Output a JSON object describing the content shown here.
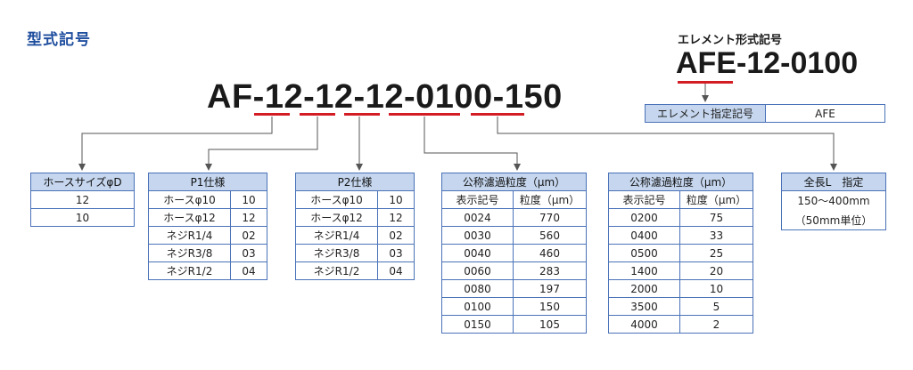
{
  "heading": "型式記号",
  "model_code": {
    "prefix": "AF-",
    "p1": "12",
    "sep1": "-",
    "p2": "12",
    "sep2": "-",
    "p3": "12",
    "sep3": "-",
    "p4": "0100",
    "sep4": "-",
    "p5": "150"
  },
  "element": {
    "title": "エレメント形式記号",
    "code": "AFE-12-0100",
    "table_label": "エレメント指定記号",
    "table_value": "AFE"
  },
  "hose_table": {
    "header": "ホースサイズφD",
    "rows": [
      "12",
      "10"
    ]
  },
  "p1_table": {
    "header": "P1仕様",
    "rows": [
      {
        "spec": "ホースφ10",
        "code": "10"
      },
      {
        "spec": "ホースφ12",
        "code": "12"
      },
      {
        "spec": "ネジR1/4",
        "code": "02"
      },
      {
        "spec": "ネジR3/8",
        "code": "03"
      },
      {
        "spec": "ネジR1/2",
        "code": "04"
      }
    ]
  },
  "p2_table": {
    "header": "P2仕様",
    "rows": [
      {
        "spec": "ホースφ10",
        "code": "10"
      },
      {
        "spec": "ホースφ12",
        "code": "12"
      },
      {
        "spec": "ネジR1/4",
        "code": "02"
      },
      {
        "spec": "ネジR3/8",
        "code": "03"
      },
      {
        "spec": "ネジR1/2",
        "code": "04"
      }
    ]
  },
  "filter_table_1": {
    "header": "公称濾過粒度（μm）",
    "col1": "表示記号",
    "col2": "粒度（μm）",
    "rows": [
      {
        "code": "0024",
        "size": "770"
      },
      {
        "code": "0030",
        "size": "560"
      },
      {
        "code": "0040",
        "size": "460"
      },
      {
        "code": "0060",
        "size": "283"
      },
      {
        "code": "0080",
        "size": "197"
      },
      {
        "code": "0100",
        "size": "150"
      },
      {
        "code": "0150",
        "size": "105"
      }
    ]
  },
  "filter_table_2": {
    "header": "公称濾過粒度（μm）",
    "col1": "表示記号",
    "col2": "粒度（μm）",
    "rows": [
      {
        "code": "0200",
        "size": "75"
      },
      {
        "code": "0400",
        "size": "33"
      },
      {
        "code": "0500",
        "size": "25"
      },
      {
        "code": "1400",
        "size": "20"
      },
      {
        "code": "2000",
        "size": "10"
      },
      {
        "code": "3500",
        "size": "5"
      },
      {
        "code": "4000",
        "size": "2"
      }
    ]
  },
  "length_table": {
    "header": "全長L　指定",
    "line1": "150〜400mm",
    "line2": "（50mm単位）"
  },
  "colors": {
    "accent_blue": "#1f4e9e",
    "table_border": "#4a72b8",
    "header_fill": "#c5d6ee",
    "underline_red": "#d41c25"
  }
}
